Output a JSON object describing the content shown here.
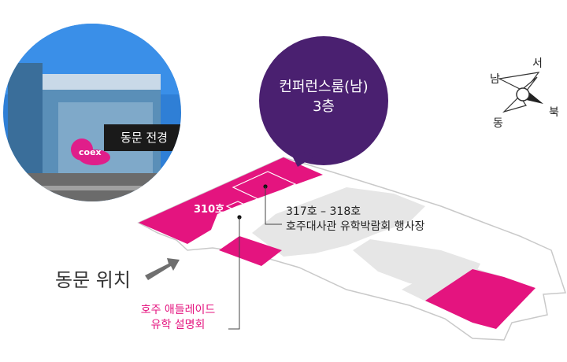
{
  "photo": {
    "caption": "동문 전경",
    "logo_text": "coex"
  },
  "bubble": {
    "line1": "컨퍼런스룸(남)",
    "line2": "3층"
  },
  "rooms": {
    "room_310": "310호",
    "hall_range": "317호 – 318호",
    "hall_event": "호주대사관 유학박람회 행사장"
  },
  "australia": {
    "line1": "호주 애들레이드",
    "line2": "유학 설명회"
  },
  "gate": {
    "label": "동문 위치"
  },
  "compass": {
    "south": "남",
    "west": "서",
    "east": "동",
    "north": "북"
  },
  "colors": {
    "highlight": "#e4147f",
    "bubble": "#4a2070",
    "floor": "#ffffff",
    "hall": "#e6e6e6"
  }
}
